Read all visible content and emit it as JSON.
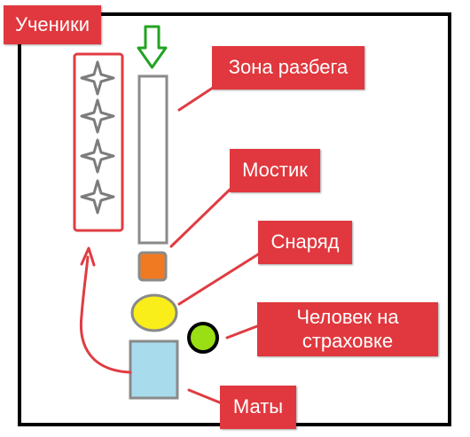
{
  "labels": {
    "students": "Ученики",
    "runup_zone": "Зона разбега",
    "bridge": "Мостик",
    "apparatus": "Снаряд",
    "spotter_line1": "Человек на",
    "spotter_line2": "страховке",
    "mats": "Маты"
  },
  "students_count": 4,
  "colors": {
    "label_bg": "#e0383e",
    "label_text": "#ffffff",
    "arrow_red": "#df3c42",
    "arrow_green": "#22a322",
    "frame": "#000000",
    "gray": "#8a8a8a",
    "bridge": "#f07a22",
    "apparatus": "#f9ee1a",
    "spotter": "#9adf14",
    "mats": "#a8dcec"
  },
  "icons": {
    "student": "four-point-star-icon",
    "entry": "down-arrow-icon"
  }
}
